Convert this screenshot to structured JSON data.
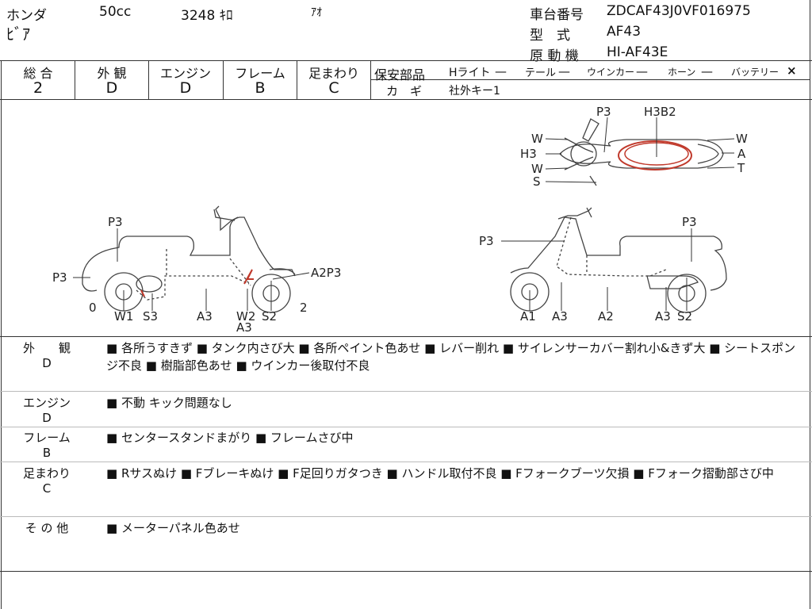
{
  "header": {
    "maker": "ホンダ",
    "displacement": "50cc",
    "mileage": "3248 ｷﾛ",
    "color": "ｱｵ",
    "model_name": "ﾋﾞｱ",
    "chassis_label": "車台番号",
    "chassis_value": "ZDCAF43J0VF016975",
    "type_label": "型　式",
    "type_value": "AF43",
    "engine_label": "原 動 機",
    "engine_value": "HI-AF43E"
  },
  "grades": [
    {
      "label": "総 合",
      "value": "2"
    },
    {
      "label": "外 観",
      "value": "D"
    },
    {
      "label": "エンジン",
      "value": "D"
    },
    {
      "label": "フレーム",
      "value": "B"
    },
    {
      "label": "足まわり",
      "value": "C"
    }
  ],
  "safety": {
    "label": "保安部品",
    "items": [
      {
        "name": "Hライト",
        "status": "—"
      },
      {
        "name": "テール",
        "status": "—"
      },
      {
        "name": "ウインカー",
        "status": "—"
      },
      {
        "name": "ホーン",
        "status": "—"
      },
      {
        "name": "バッテリー",
        "status": "×"
      }
    ],
    "key_label": "カ　ギ",
    "key_value": "社外キー1"
  },
  "diagram": {
    "top": [
      "P3",
      "H3B2",
      "W",
      "W",
      "H3",
      "A",
      "W",
      "T",
      "S"
    ],
    "left": [
      "P3",
      "P3",
      "0",
      "A2P3",
      "2",
      "W1",
      "S3",
      "A3",
      "W2",
      "A3",
      "S2"
    ],
    "right": [
      "P3",
      "P3",
      "A1",
      "A3",
      "A2",
      "A3",
      "S2"
    ]
  },
  "sections": [
    {
      "title": "外　　観",
      "grade": "D",
      "text": "■ 各所うすきず ■ タンク内さび大 ■ 各所ペイント色あせ ■ レバー削れ ■ サイレンサーカバー割れ小&きず大 ■ シートスポンジ不良 ■ 樹脂部色あせ ■ ウインカー後取付不良"
    },
    {
      "title": "エンジン",
      "grade": "D",
      "text": "■ 不動 キック問題なし"
    },
    {
      "title": "フレーム",
      "grade": "B",
      "text": "■ センタースタンドまがり ■ フレームさび中"
    },
    {
      "title": "足まわり",
      "grade": "C",
      "text": "■ Rサスぬけ ■ Fブレーキぬけ ■ F足回りガタつき ■ ハンドル取付不良 ■ Fフォークブーツ欠損 ■ Fフォーク摺動部さび中"
    },
    {
      "title": "そ の 他",
      "grade": "",
      "text": "■ メーターパネル色あせ"
    }
  ]
}
